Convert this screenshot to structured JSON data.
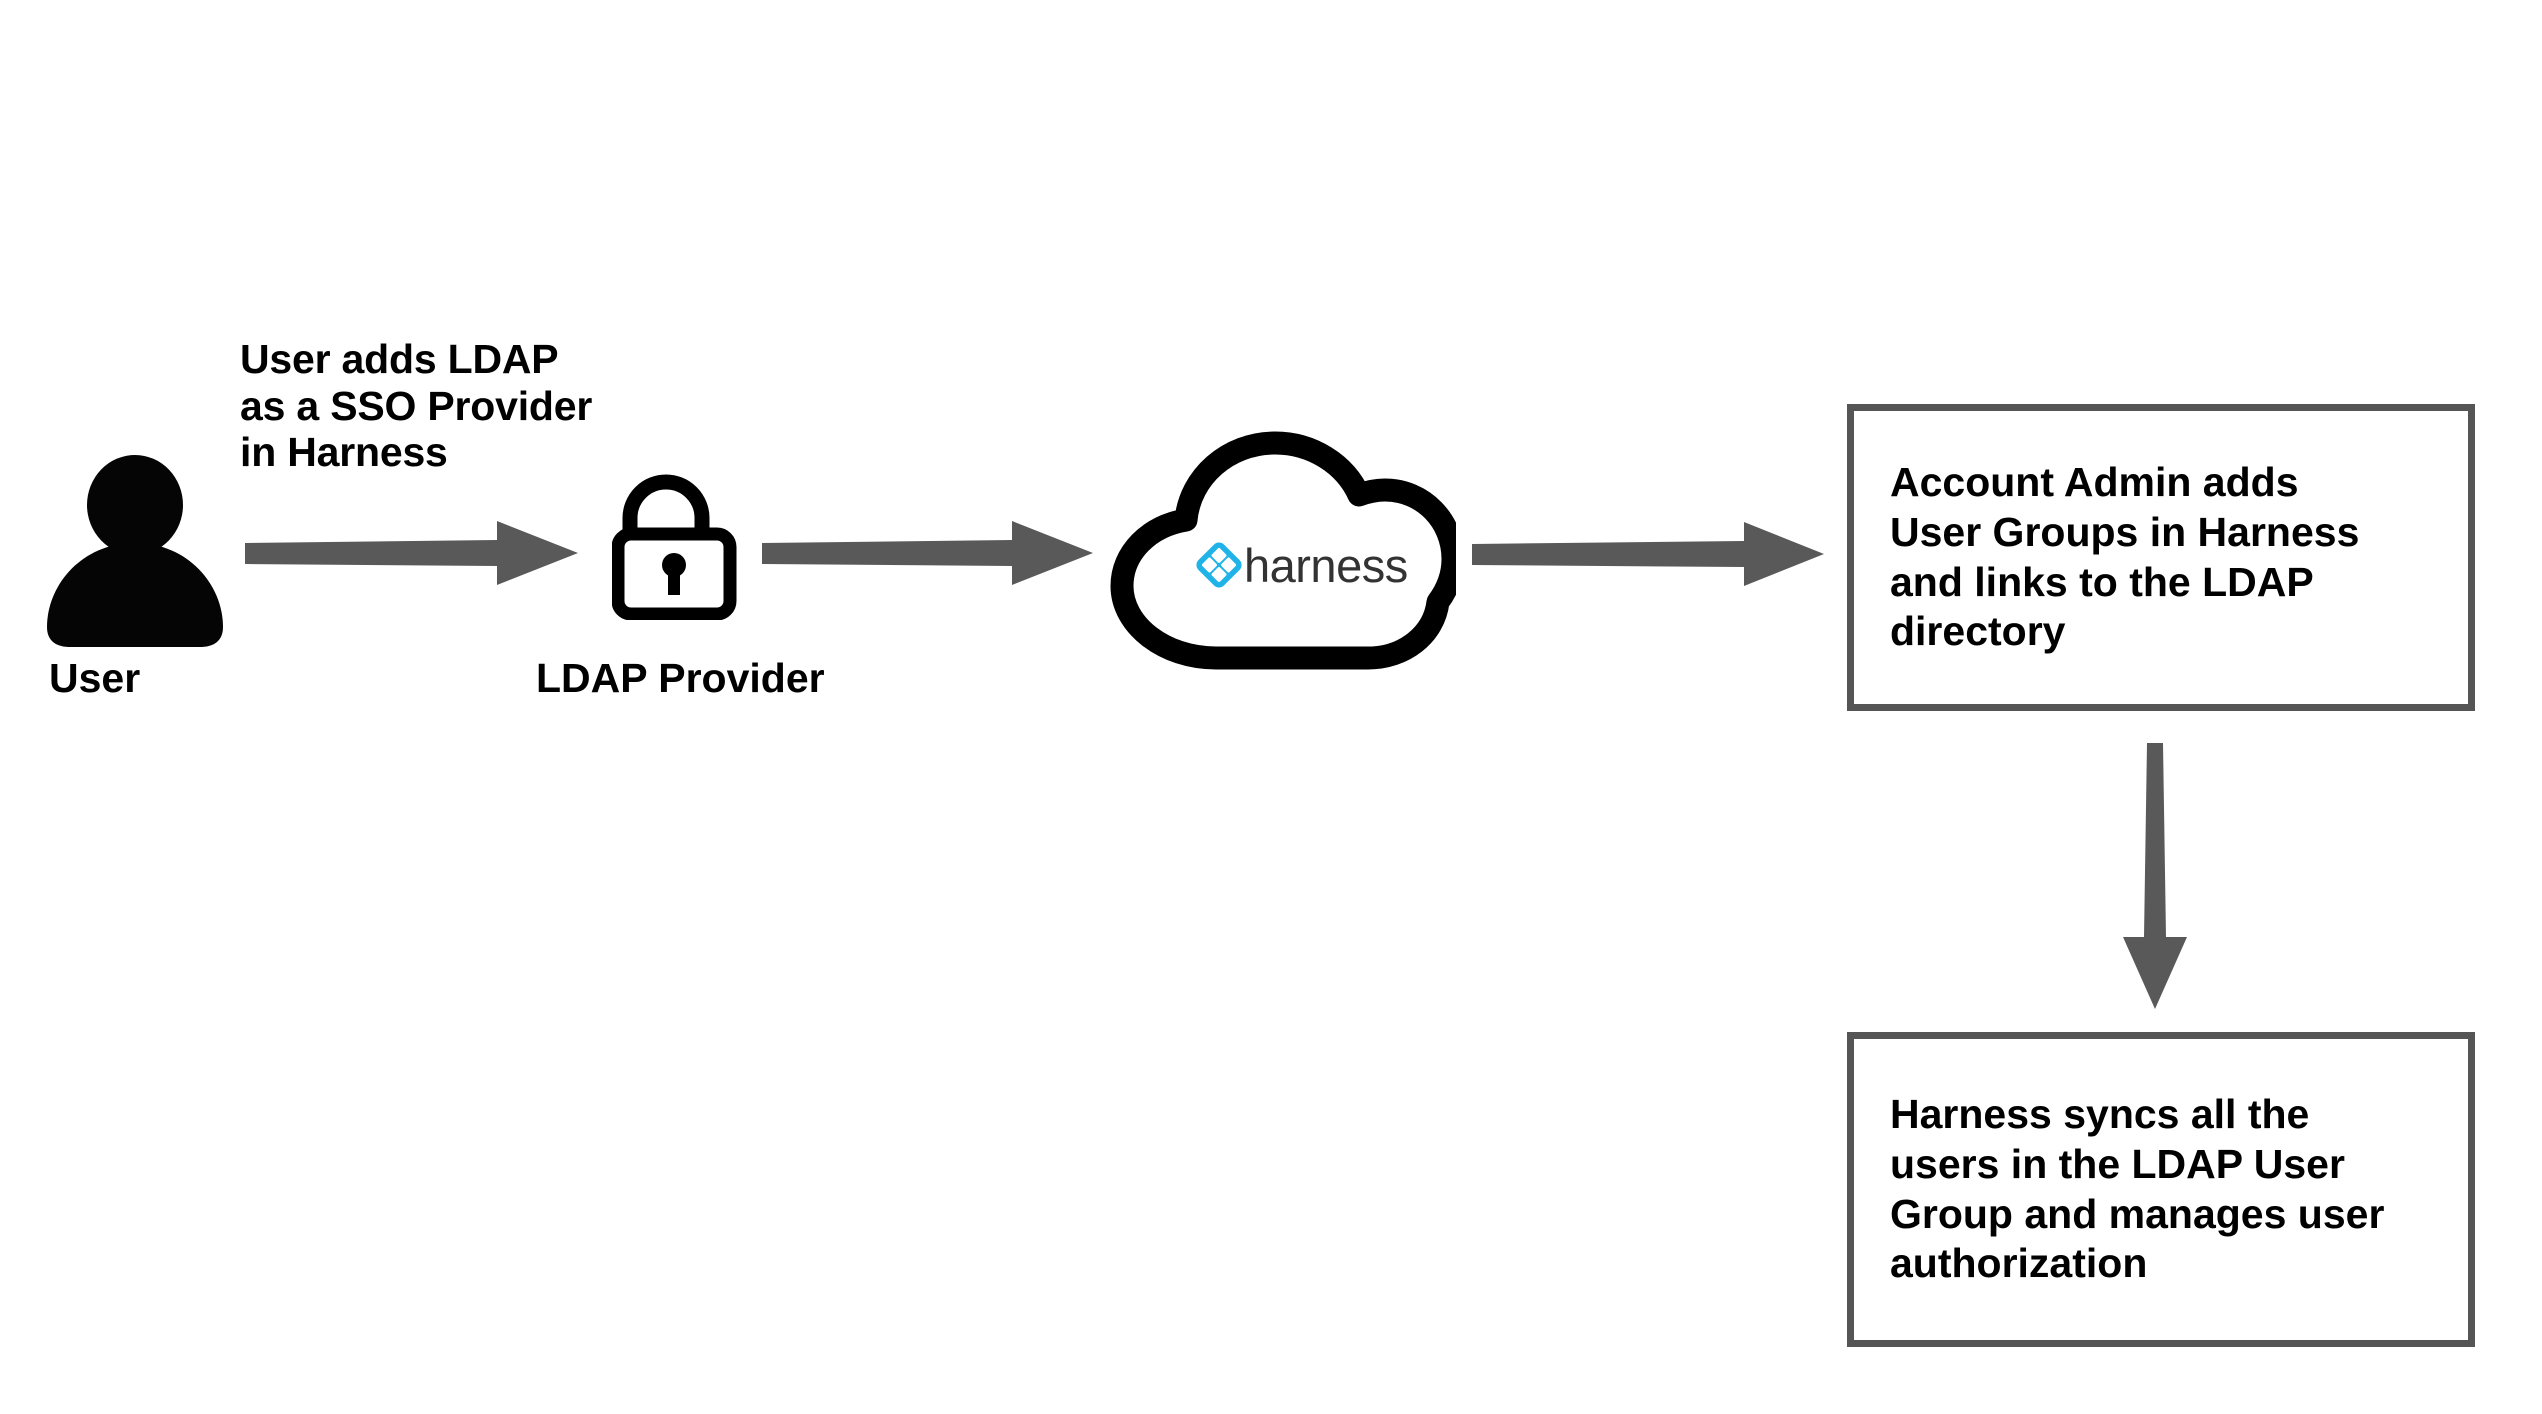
{
  "diagram": {
    "title": "Harness LDAP SSO integration flow",
    "background_color": "#ffffff",
    "arrow_color": "#595959",
    "box_border_color": "#555555",
    "text_color": "#000000",
    "brand_blue": "#1FB3E8",
    "wordmark_color": "#333333",
    "nodes": [
      {
        "id": "user",
        "icon": "user-person-icon",
        "label": "User"
      },
      {
        "id": "ldap-provider",
        "icon": "open-padlock-icon",
        "label": "LDAP Provider"
      },
      {
        "id": "harness-cloud",
        "icon": "cloud-icon",
        "logo_mark": "harness-diamond-logo",
        "wordmark": "harness"
      }
    ],
    "captions": {
      "step1": "User adds LDAP\nas a SSO Provider\nin Harness"
    },
    "boxes": [
      {
        "id": "account-admin-box",
        "text": "Account Admin adds\nUser Groups in Harness\nand links to the LDAP\ndirectory"
      },
      {
        "id": "harness-sync-box",
        "text": "Harness syncs all the\nusers in the LDAP User\nGroup and manages user\nauthorization"
      }
    ],
    "arrows": [
      {
        "id": "arrow-user-to-ldap",
        "direction": "right"
      },
      {
        "id": "arrow-ldap-to-cloud",
        "direction": "right"
      },
      {
        "id": "arrow-cloud-to-admin-box",
        "direction": "right"
      },
      {
        "id": "arrow-admin-box-to-sync-box",
        "direction": "down"
      }
    ]
  }
}
